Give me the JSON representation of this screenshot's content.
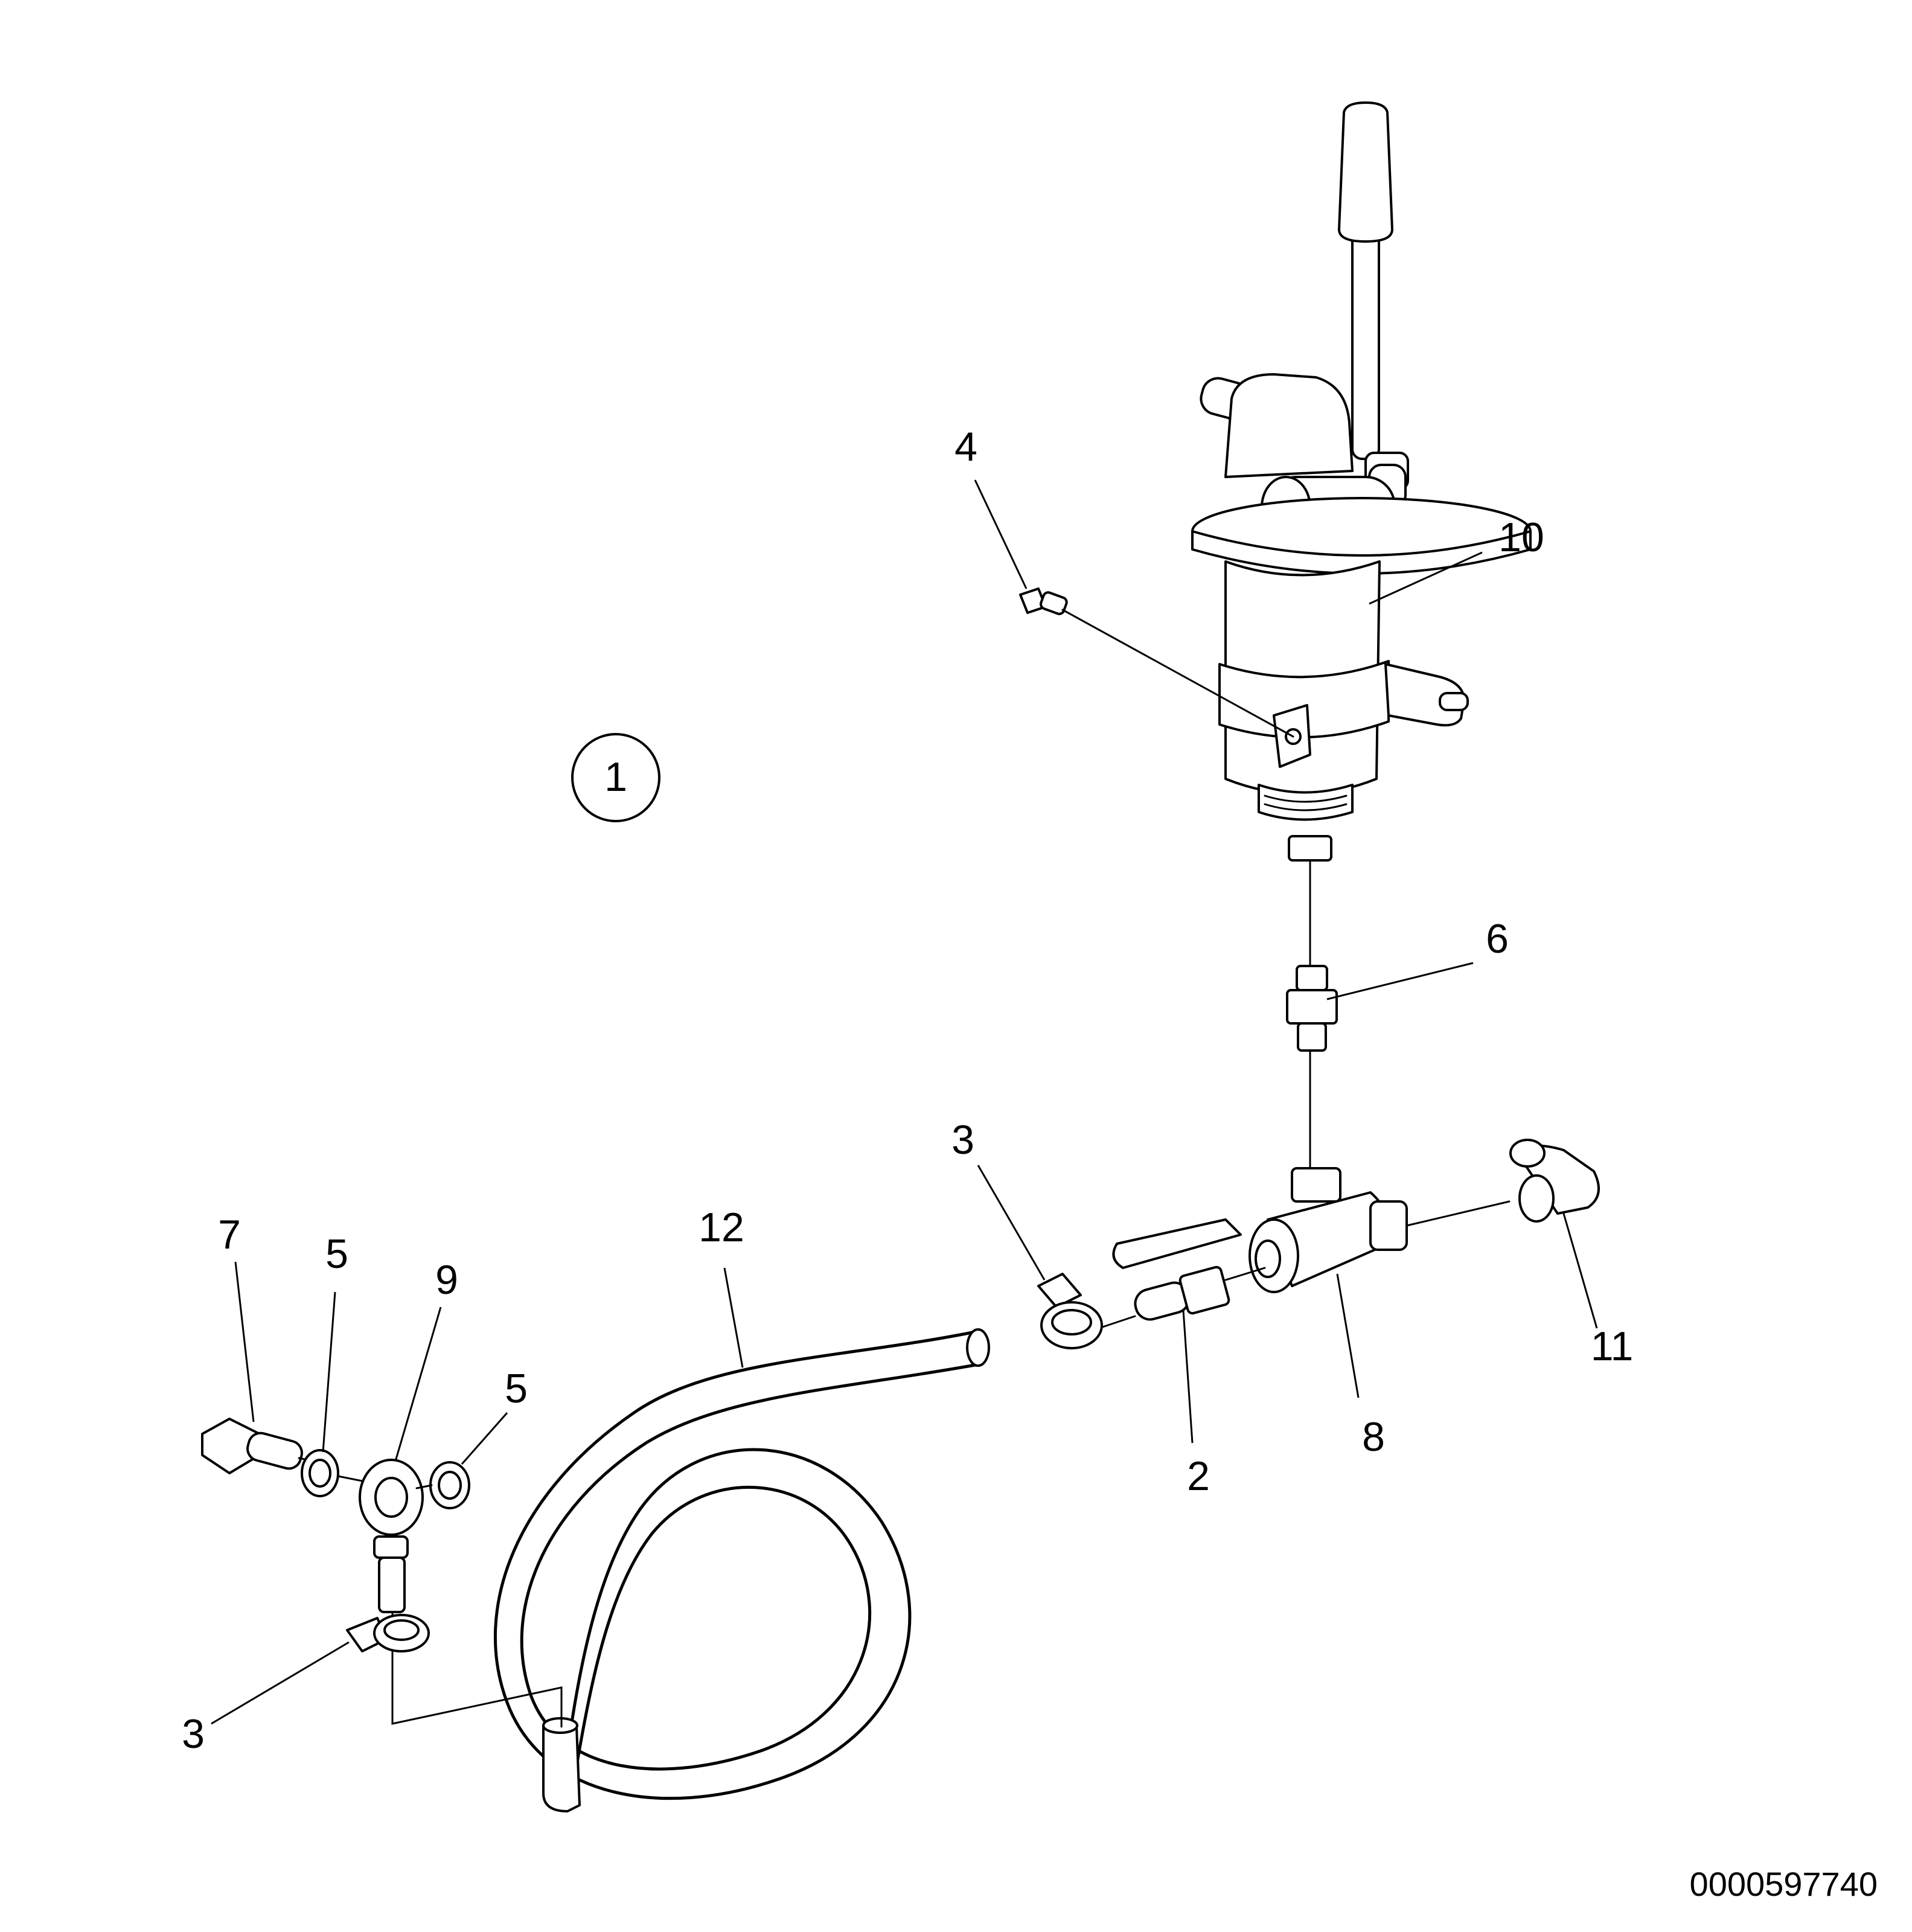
{
  "diagram": {
    "assembly_callout": "1",
    "drawing_number": "0000597740",
    "callouts": [
      {
        "id": "part-4",
        "label": "4"
      },
      {
        "id": "part-10",
        "label": "10"
      },
      {
        "id": "part-6",
        "label": "6"
      },
      {
        "id": "part-3-upper",
        "label": "3"
      },
      {
        "id": "part-12",
        "label": "12"
      },
      {
        "id": "part-7",
        "label": "7"
      },
      {
        "id": "part-5-left",
        "label": "5"
      },
      {
        "id": "part-9",
        "label": "9"
      },
      {
        "id": "part-5-right",
        "label": "5"
      },
      {
        "id": "part-11",
        "label": "11"
      },
      {
        "id": "part-2",
        "label": "2"
      },
      {
        "id": "part-8",
        "label": "8"
      },
      {
        "id": "part-3-lower",
        "label": "3"
      }
    ]
  }
}
